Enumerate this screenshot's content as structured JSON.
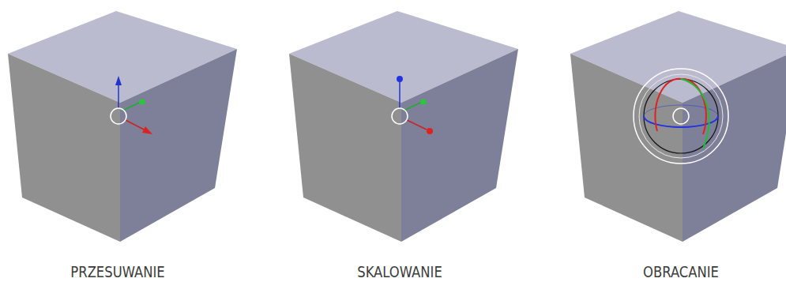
{
  "diagram": {
    "labels": [
      "PRZESUWANIE",
      "SKALOWANIE",
      "OBRACANIE"
    ]
  }
}
